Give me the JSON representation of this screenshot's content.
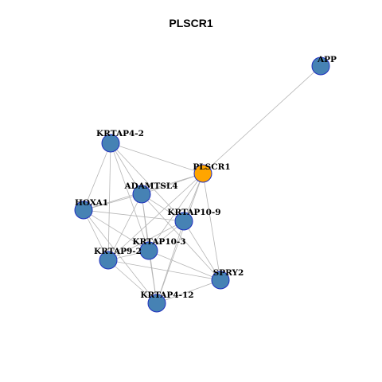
{
  "title": "PLSCR1",
  "colors": {
    "node_default": "#4682b4",
    "node_focus": "#ffa500",
    "node_border": "#1f2fbf",
    "edge": "#b5b5b5"
  },
  "nodes": [
    {
      "id": "APP",
      "label": "APP",
      "focus": false
    },
    {
      "id": "KRTAP4-2",
      "label": "KRTAP4-2",
      "focus": false
    },
    {
      "id": "PLSCR1",
      "label": "PLSCR1",
      "focus": true
    },
    {
      "id": "ADAMTSL4",
      "label": "ADAMTSL4",
      "focus": false
    },
    {
      "id": "HOXA1",
      "label": "HOXA1",
      "focus": false
    },
    {
      "id": "KRTAP10-9",
      "label": "KRTAP10-9",
      "focus": false
    },
    {
      "id": "KRTAP10-3",
      "label": "KRTAP10-3",
      "focus": false
    },
    {
      "id": "KRTAP9-2",
      "label": "KRTAP9-2",
      "focus": false
    },
    {
      "id": "SPRY2",
      "label": "SPRY2",
      "focus": false
    },
    {
      "id": "KRTAP4-12",
      "label": "KRTAP4-12",
      "focus": false
    }
  ],
  "edges": [
    [
      "APP",
      "PLSCR1"
    ],
    [
      "PLSCR1",
      "KRTAP4-2"
    ],
    [
      "PLSCR1",
      "ADAMTSL4"
    ],
    [
      "PLSCR1",
      "HOXA1"
    ],
    [
      "PLSCR1",
      "KRTAP10-9"
    ],
    [
      "PLSCR1",
      "KRTAP10-3"
    ],
    [
      "PLSCR1",
      "KRTAP9-2"
    ],
    [
      "PLSCR1",
      "SPRY2"
    ],
    [
      "PLSCR1",
      "KRTAP4-12"
    ],
    [
      "KRTAP4-2",
      "ADAMTSL4"
    ],
    [
      "KRTAP4-2",
      "HOXA1"
    ],
    [
      "KRTAP4-2",
      "KRTAP10-9"
    ],
    [
      "KRTAP4-2",
      "KRTAP10-3"
    ],
    [
      "KRTAP4-2",
      "KRTAP9-2"
    ],
    [
      "ADAMTSL4",
      "HOXA1"
    ],
    [
      "ADAMTSL4",
      "KRTAP10-9"
    ],
    [
      "ADAMTSL4",
      "KRTAP10-3"
    ],
    [
      "ADAMTSL4",
      "KRTAP9-2"
    ],
    [
      "ADAMTSL4",
      "SPRY2"
    ],
    [
      "ADAMTSL4",
      "KRTAP4-12"
    ],
    [
      "HOXA1",
      "KRTAP10-9"
    ],
    [
      "HOXA1",
      "KRTAP10-3"
    ],
    [
      "HOXA1",
      "KRTAP9-2"
    ],
    [
      "HOXA1",
      "KRTAP4-12"
    ],
    [
      "KRTAP10-9",
      "KRTAP10-3"
    ],
    [
      "KRTAP10-9",
      "KRTAP9-2"
    ],
    [
      "KRTAP10-9",
      "SPRY2"
    ],
    [
      "KRTAP10-9",
      "KRTAP4-12"
    ],
    [
      "KRTAP10-3",
      "KRTAP9-2"
    ],
    [
      "KRTAP10-3",
      "SPRY2"
    ],
    [
      "KRTAP10-3",
      "KRTAP4-12"
    ],
    [
      "KRTAP9-2",
      "SPRY2"
    ],
    [
      "KRTAP9-2",
      "KRTAP4-12"
    ],
    [
      "SPRY2",
      "KRTAP4-12"
    ]
  ]
}
